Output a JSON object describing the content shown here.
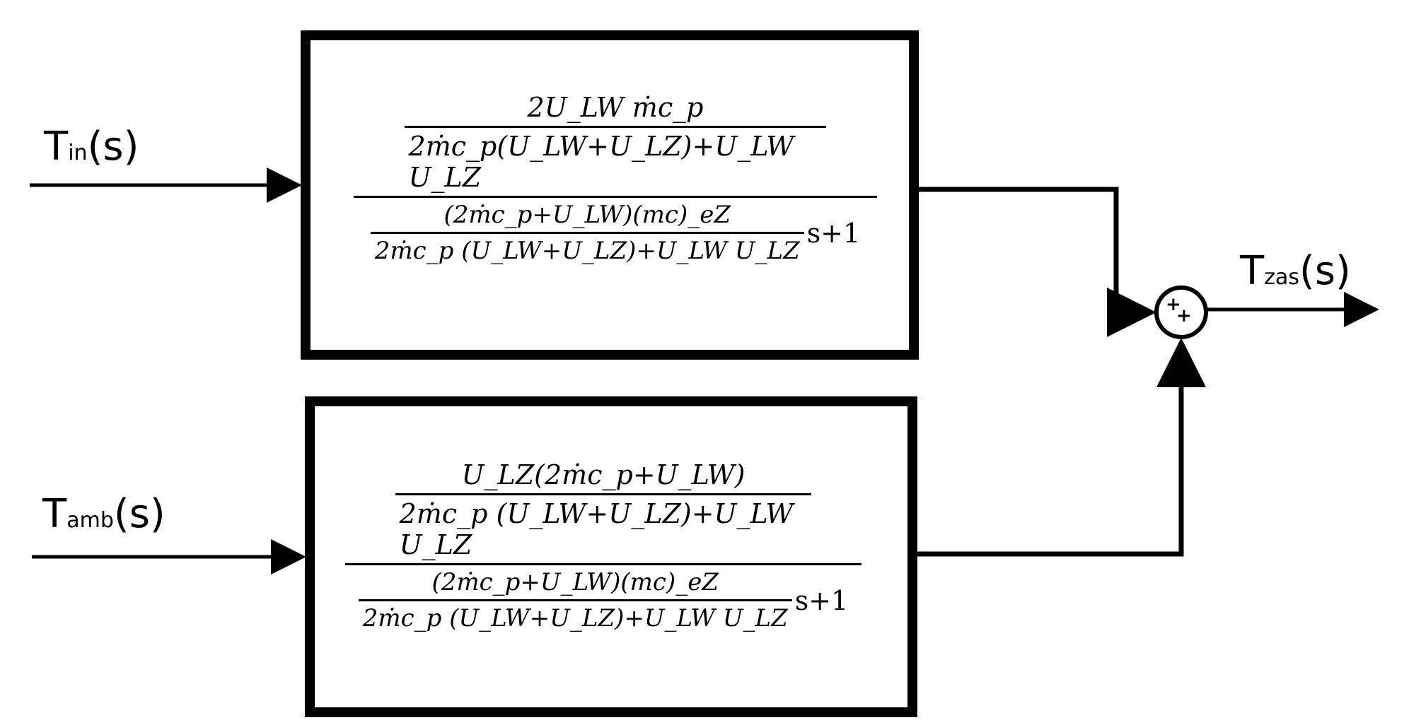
{
  "signals": {
    "input_1": {
      "main": "T",
      "sub": "in",
      "arg": "(s)"
    },
    "input_2": {
      "main": "T",
      "sub": "amb",
      "arg": "(s)"
    },
    "output": {
      "main": "T",
      "sub": "zas",
      "arg": "(s)"
    }
  },
  "summing_junction": {
    "signs": [
      "+",
      "+"
    ]
  },
  "block_1": {
    "gain_numerator": "2U_LW ṁc_p",
    "gain_denominator": "2ṁc_p(U_LW+U_LZ)+U_LW U_LZ",
    "tau_numerator": "(2ṁc_p+U_LW)(mc)_eZ",
    "tau_denominator": "2ṁc_p (U_LW+U_LZ)+U_LW U_LZ",
    "tail": "s+1"
  },
  "block_2": {
    "gain_numerator": "U_LZ(2ṁc_p+U_LW)",
    "gain_denominator": "2ṁc_p (U_LW+U_LZ)+U_LW U_LZ",
    "tau_numerator": "(2ṁc_p+U_LW)(mc)_eZ",
    "tau_denominator": "2ṁc_p (U_LW+U_LZ)+U_LW U_LZ",
    "tail": "s+1"
  }
}
